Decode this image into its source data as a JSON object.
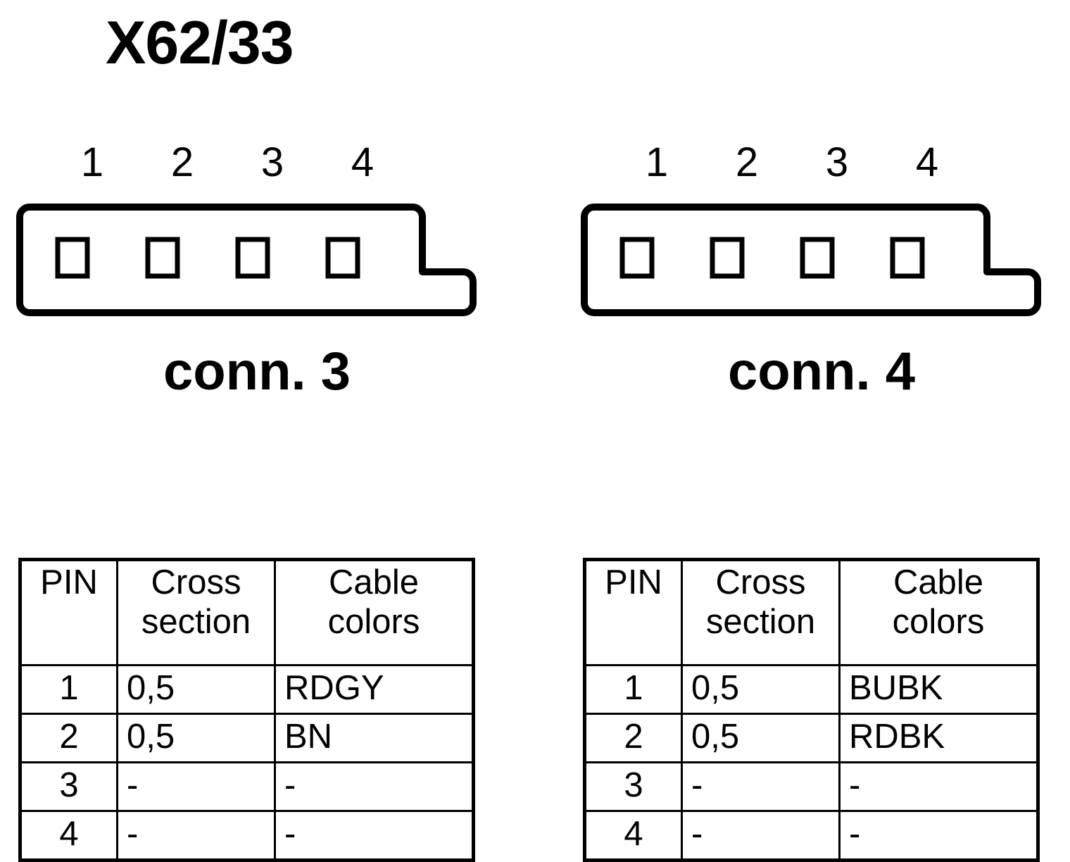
{
  "title": "X62/33",
  "connectors": [
    {
      "label": "conn. 3",
      "pin_numbers": [
        "1",
        "2",
        "3",
        "4"
      ],
      "table": {
        "headers": {
          "pin": "PIN",
          "cross_line1": "Cross",
          "cross_line2": "section",
          "color_line1": "Cable",
          "color_line2": "colors"
        },
        "rows": [
          {
            "pin": "1",
            "cross_section": "0,5",
            "cable_colors": "RDGY"
          },
          {
            "pin": "2",
            "cross_section": "0,5",
            "cable_colors": "BN"
          },
          {
            "pin": "3",
            "cross_section": "-",
            "cable_colors": "-"
          },
          {
            "pin": "4",
            "cross_section": "-",
            "cable_colors": "-"
          }
        ]
      }
    },
    {
      "label": "conn. 4",
      "pin_numbers": [
        "1",
        "2",
        "3",
        "4"
      ],
      "table": {
        "headers": {
          "pin": "PIN",
          "cross_line1": "Cross",
          "cross_line2": "section",
          "color_line1": "Cable",
          "color_line2": "colors"
        },
        "rows": [
          {
            "pin": "1",
            "cross_section": "0,5",
            "cable_colors": "BUBK"
          },
          {
            "pin": "2",
            "cross_section": "0,5",
            "cable_colors": "RDBK"
          },
          {
            "pin": "3",
            "cross_section": "-",
            "cable_colors": "-"
          },
          {
            "pin": "4",
            "cross_section": "-",
            "cable_colors": "-"
          }
        ]
      }
    }
  ],
  "colors": {
    "ink": "#000000",
    "paper": "#ffffff"
  }
}
